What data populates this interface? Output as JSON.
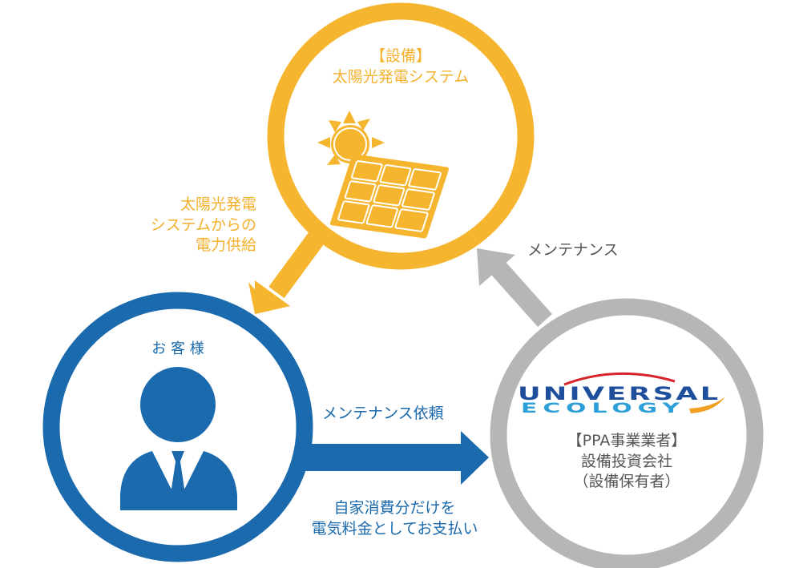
{
  "colors": {
    "yellow": "#f5b52e",
    "blue": "#1a6aad",
    "gray": "#b5b6b6",
    "logo_red": "#d8232a",
    "logo_navy": "#1e4e9c",
    "logo_cyan": "#2c9ed8",
    "logo_orange": "#f0a023"
  },
  "equipment_node": {
    "title_line1": "【設備】",
    "title_line2": "太陽光発電システム",
    "icon": "solar-panel-with-sun-icon"
  },
  "customer_node": {
    "title": "お 客 様",
    "icon": "business-person-icon"
  },
  "ppa_node": {
    "logo_line1": "UNIVERSAL",
    "logo_line2": "ECOLOGY",
    "line1": "【PPA事業業者】",
    "line2": "設備投資会社",
    "line3": "（設備保有者）"
  },
  "arrows": {
    "power_supply": {
      "line1": "太陽光発電",
      "line2": "システムからの",
      "line3": "電力供給"
    },
    "maintenance": {
      "label": "メンテナンス"
    },
    "maintenance_request": {
      "label": "メンテナンス依頼"
    },
    "payment": {
      "line1": "自家消費分だけを",
      "line2": "電気料金としてお支払い"
    }
  }
}
